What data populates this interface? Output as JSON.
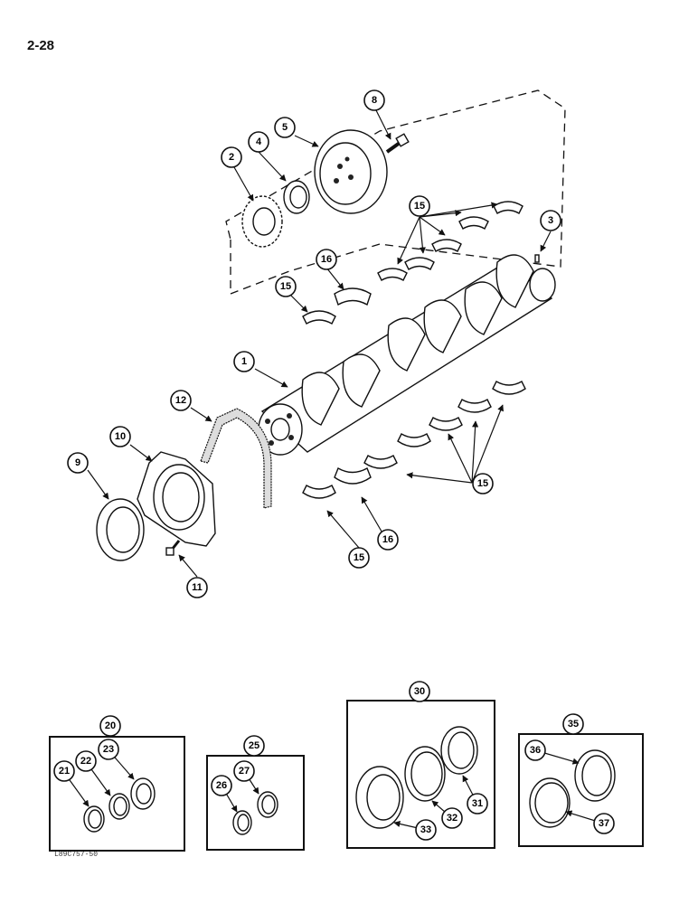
{
  "page": {
    "number": "2-28",
    "figure_code": "L89C757-50"
  },
  "callouts": {
    "c1": "1",
    "c2": "2",
    "c3": "3",
    "c4": "4",
    "c5": "5",
    "c8": "8",
    "c9": "9",
    "c10": "10",
    "c11": "11",
    "c12": "12",
    "c15a": "15",
    "c15b": "15",
    "c15c": "15",
    "c15d": "15",
    "c16a": "16",
    "c16b": "16",
    "c20": "20",
    "c21": "21",
    "c22": "22",
    "c23": "23",
    "c25": "25",
    "c26": "26",
    "c27": "27",
    "c30": "30",
    "c31": "31",
    "c32": "32",
    "c33": "33",
    "c35": "35",
    "c36": "36",
    "c37": "37"
  }
}
